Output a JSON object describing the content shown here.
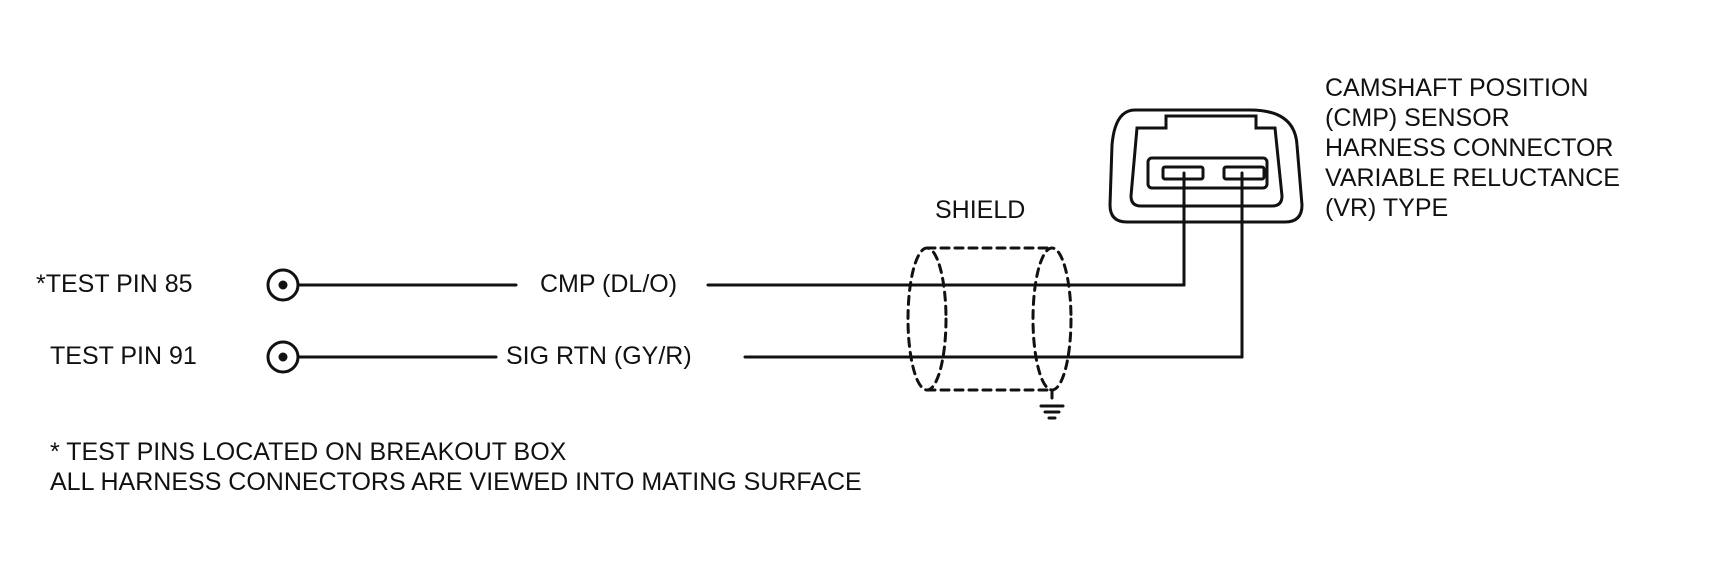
{
  "pins": {
    "pin85": "*TEST PIN 85",
    "pin91": "TEST PIN 91"
  },
  "wires": {
    "cmp": "CMP (DL/O)",
    "sig_rtn": "SIG RTN (GY/R)"
  },
  "shield_label": "SHIELD",
  "sensor_label": [
    "CAMSHAFT POSITION",
    "(CMP) SENSOR",
    "HARNESS CONNECTOR",
    "VARIABLE RELUCTANCE",
    "(VR) TYPE"
  ],
  "notes": [
    "* TEST PINS LOCATED ON BREAKOUT BOX",
    "ALL HARNESS CONNECTORS ARE VIEWED INTO MATING SURFACE"
  ],
  "colors": {
    "ink": "#111111",
    "background": "#ffffff"
  }
}
